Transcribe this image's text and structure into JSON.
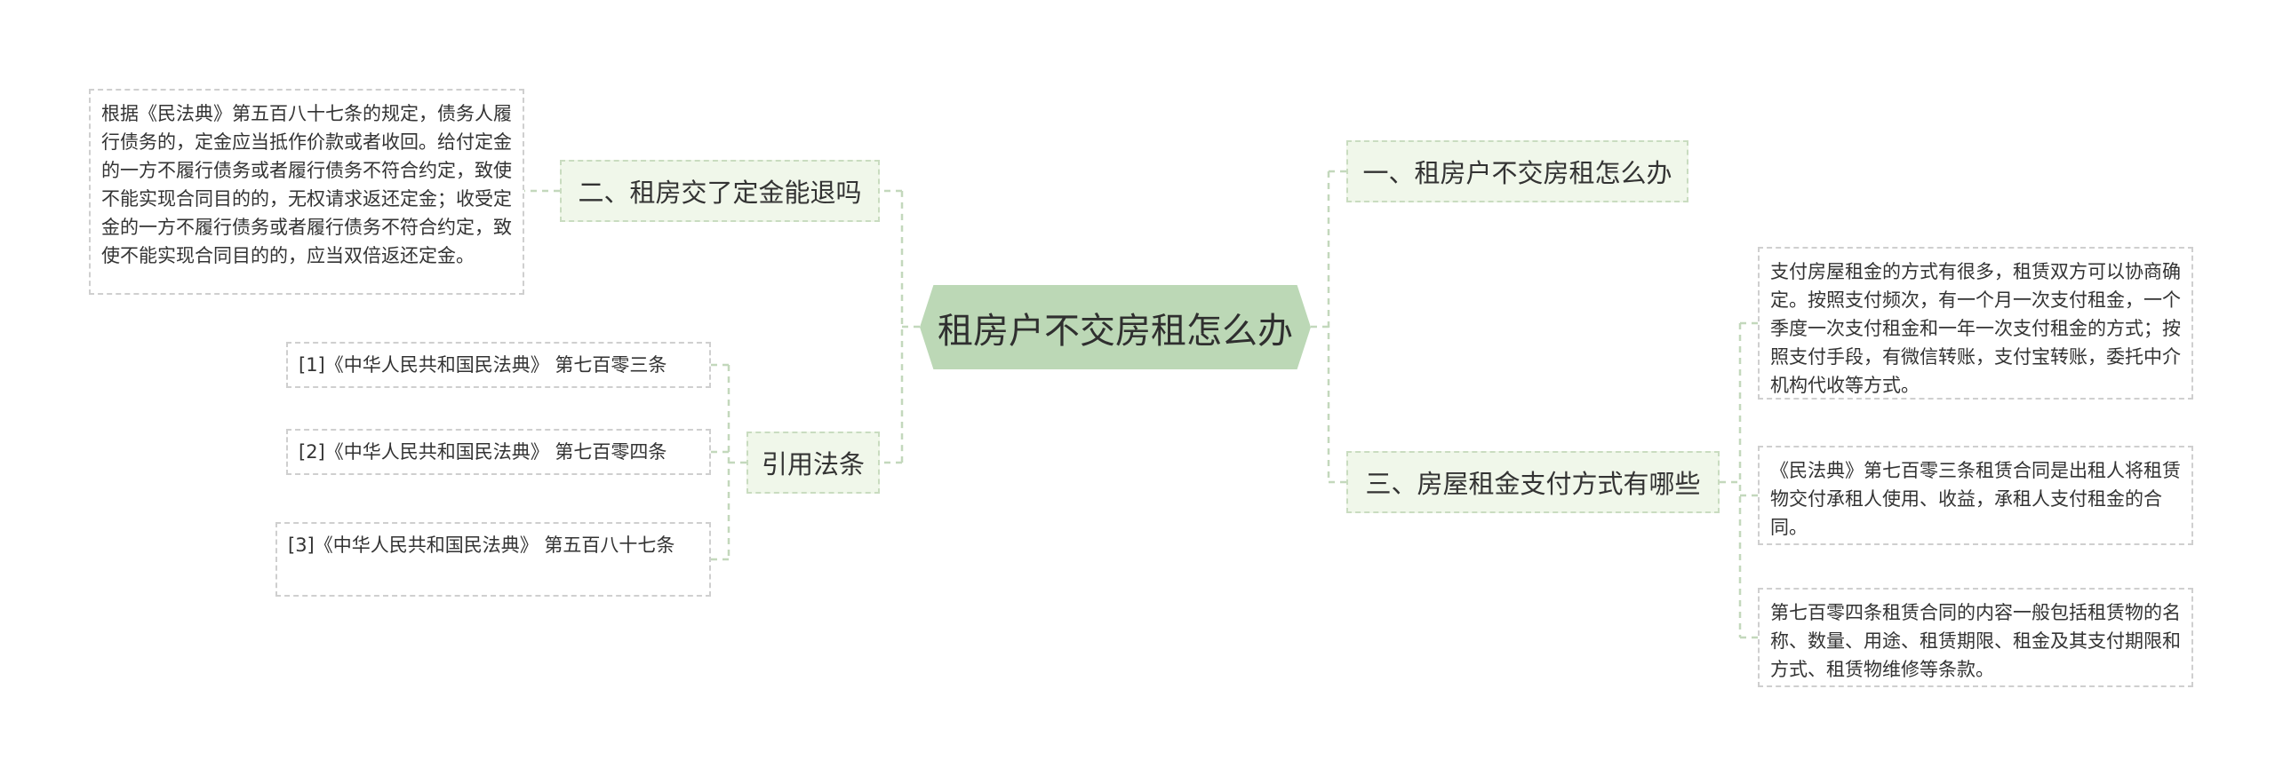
{
  "root": {
    "label": "租房户不交房租怎么办"
  },
  "branches": {
    "left_deposit": {
      "label": "二、租房交了定金能退吗"
    },
    "left_refs": {
      "label": "引用法条"
    },
    "right_what": {
      "label": "一、租房户不交房租怎么办"
    },
    "right_pay": {
      "label": "三、房屋租金支付方式有哪些"
    }
  },
  "leaves": {
    "deposit": {
      "text": "根据《民法典》第五百八十七条的规定，债务人履行债务的，定金应当抵作价款或者收回。给付定金的一方不履行债务或者履行债务不符合约定，致使不能实现合同目的的，无权请求返还定金；收受定金的一方不履行债务或者履行债务不符合约定，致使不能实现合同目的的，应当双倍返还定金。"
    },
    "ref_1": {
      "text": "[1]《中华人民共和国民法典》 第七百零三条"
    },
    "ref_2": {
      "text": "[2]《中华人民共和国民法典》 第七百零四条"
    },
    "ref_3": {
      "text": "[3]《中华人民共和国民法典》 第五百八十七条"
    },
    "pay_1": {
      "text": "支付房屋租金的方式有很多，租赁双方可以协商确定。按照支付频次，有一个月一次支付租金，一个季度一次支付租金和一年一次支付租金的方式；按照支付手段，有微信转账，支付宝转账，委托中介机构代收等方式。"
    },
    "pay_2": {
      "text": "《民法典》第七百零三条租赁合同是出租人将租赁物交付承租人使用、收益，承租人支付租金的合同。"
    },
    "pay_3": {
      "text": "第七百零四条租赁合同的内容一般包括租赁物的名称、数量、用途、租赁期限、租金及其支付期限和方式、租赁物维修等条款。"
    }
  },
  "colors": {
    "root_fill": "#bcd8b6",
    "branch_fill": "#f0f7ea",
    "branch_border": "#c9dcc0",
    "leaf_border": "#cfcfcf",
    "connector": "#c3d8bc"
  }
}
